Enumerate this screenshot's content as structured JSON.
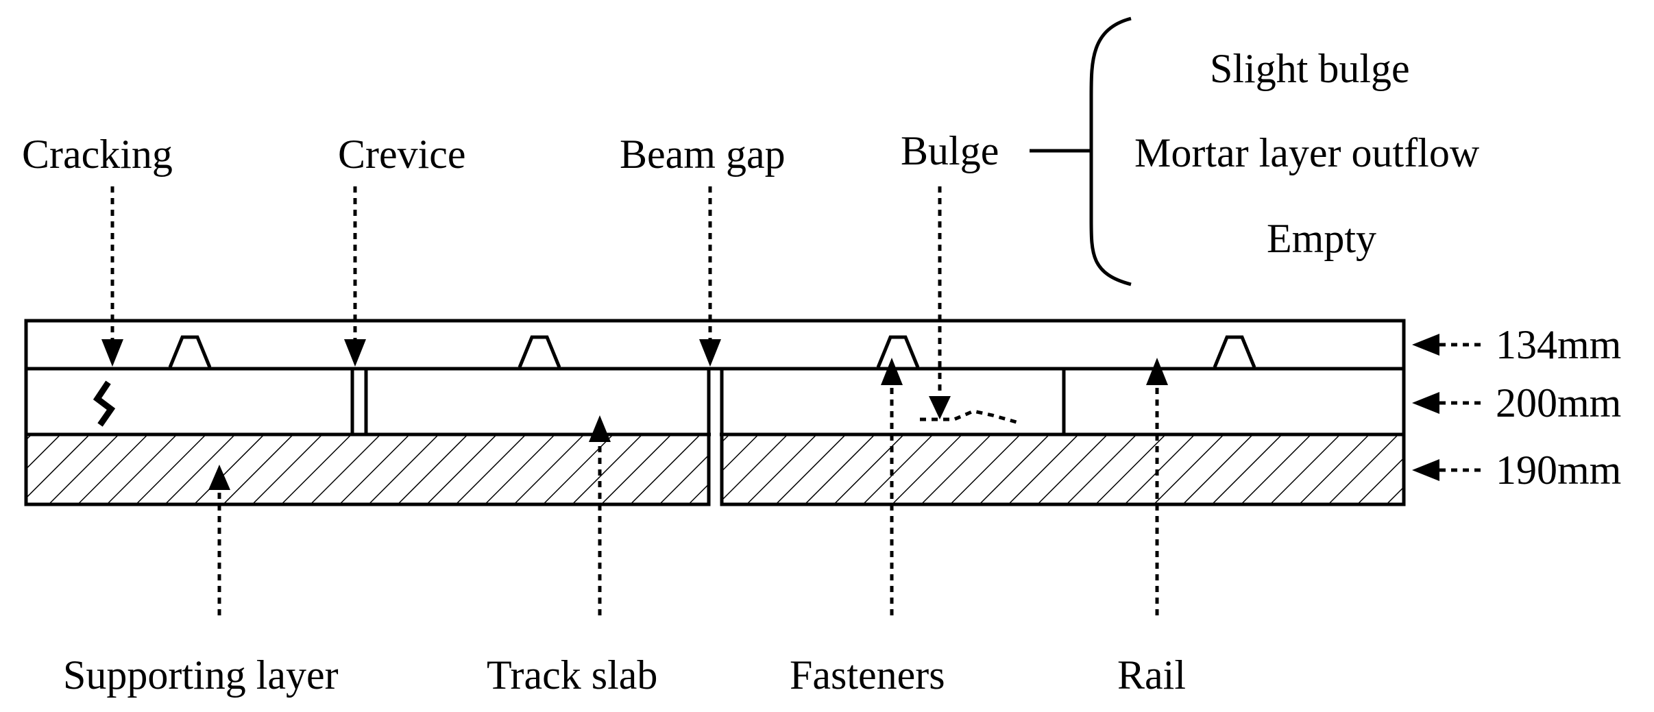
{
  "labels": {
    "cracking": "Cracking",
    "crevice": "Crevice",
    "beam_gap": "Beam gap",
    "bulge": "Bulge",
    "slight_bulge": "Slight bulge",
    "mortar_outflow": "Mortar layer outflow",
    "empty": "Empty",
    "supporting_layer": "Supporting layer",
    "track_slab": "Track slab",
    "fasteners": "Fasteners",
    "rail": "Rail"
  },
  "dimensions": {
    "top": "134mm",
    "middle": "200mm",
    "bottom": "190mm"
  },
  "colors": {
    "stroke": "#000000",
    "background": "#ffffff"
  }
}
